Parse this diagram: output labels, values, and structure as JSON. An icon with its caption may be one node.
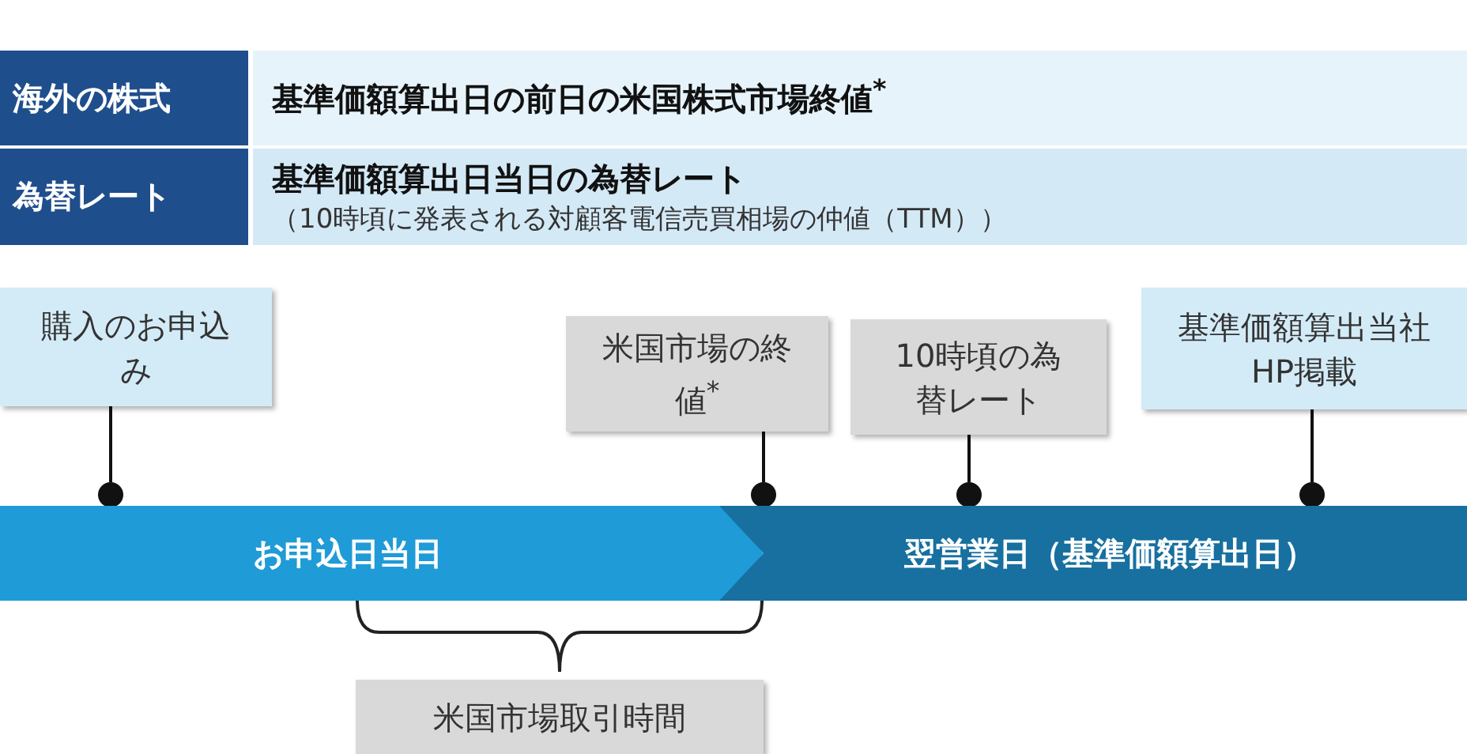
{
  "diagram": {
    "nodes": [
      {
        "text": [
          "購入のお申込み"
        ]
      },
      {
        "text": [
          "米国市場の終値$^{*}$"
        ]
      },
      {
        "text": [
          "10時頃の為替レート"
        ]
      },
      {
        "text": [
          "基準価額算出当社HP掲載"
        ]
      },
      {
        "text": [
          "お申込日当日"
        ]
      },
      {
        "text": [
          "翌営業日（基準価額算出日）"
        ]
      },
      {
        "text": [
          "米国市場取引時間"
        ]
      },
      {
        "text": [],
        "shape": "circle"
      },
      {
        "text": [],
        "shape": "circle"
      },
      {
        "text": [],
        "shape": "circle"
      },
      {
        "text": [],
        "shape": "circle"
      }
    ],
    "edges": [
      {
        "from": 0,
        "to": 7,
        "arrow": "none"
      },
      {
        "from": 1,
        "to": 8,
        "arrow": "none"
      },
      {
        "from": 2,
        "to": 9,
        "arrow": "none"
      },
      {
        "from": 3,
        "to": 10,
        "arrow": "none"
      }
    ],
    "labels": [
      "海外の株式",
      "基準価額算出日の前日の米国株式市場終値$^{*}$",
      "為替レート",
      "基準価額算出日当日の為替レート",
      "（10時頃に発表される対顧客電信売買相場の仲値（TTM））"
    ]
  }
}
